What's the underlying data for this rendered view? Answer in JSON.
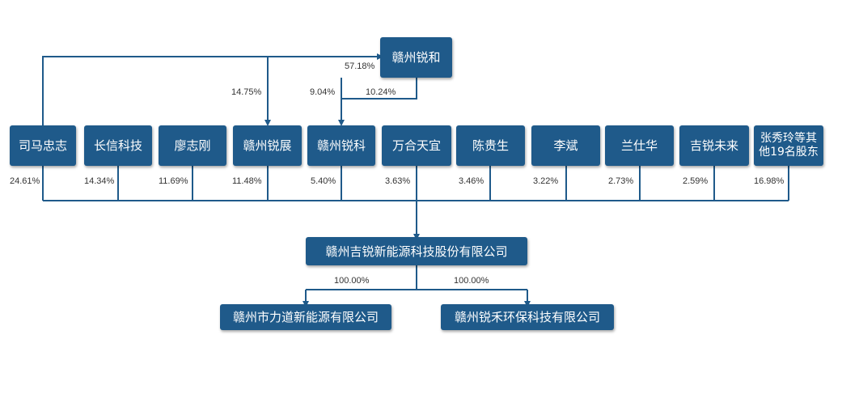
{
  "nodes": {
    "top": "赣州锐和",
    "shareholders": [
      "司马忠志",
      "长信科技",
      "廖志刚",
      "赣州锐展",
      "赣州锐科",
      "万合天宜",
      "陈贵生",
      "李斌",
      "兰仕华",
      "吉锐未来",
      "张秀玲等其他19名股东"
    ],
    "company": "赣州吉锐新能源科技股份有限公司",
    "subsidiaries": [
      "赣州市力道新能源有限公司",
      "赣州锐禾环保科技有限公司"
    ]
  },
  "percentages": {
    "top_stake": "57.18%",
    "to_ruizhan": "14.75%",
    "to_ruike": "9.04%",
    "from_ruizhan": "10.24%",
    "shareholders": [
      "24.61%",
      "14.34%",
      "11.69%",
      "11.48%",
      "5.40%",
      "3.63%",
      "3.46%",
      "3.22%",
      "2.73%",
      "2.59%",
      "16.98%"
    ],
    "subsidiaries": [
      "100.00%",
      "100.00%"
    ]
  },
  "colors": {
    "box": "#1f5a8a",
    "line": "#1f5a8a",
    "text": "#333333"
  }
}
